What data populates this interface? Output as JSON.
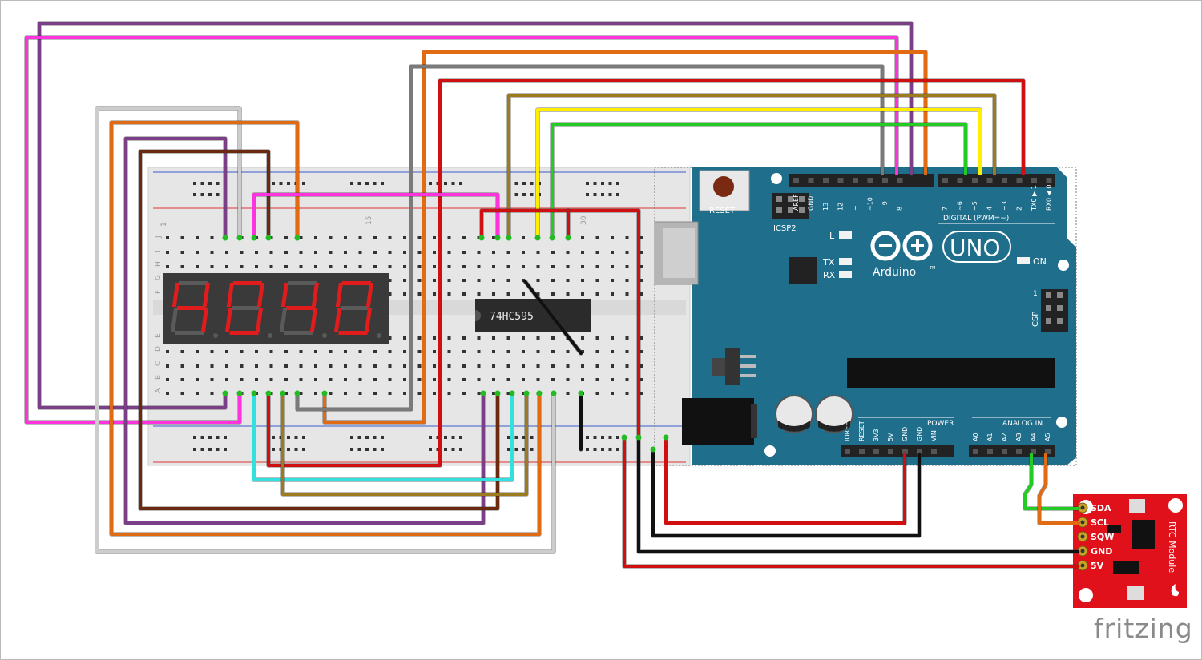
{
  "breadboard": {
    "row_letters": [
      "J",
      "I",
      "H",
      "G",
      "F",
      "E",
      "D",
      "C",
      "B",
      "A"
    ],
    "col_1": "1",
    "col_15": "15",
    "col_30": "30"
  },
  "display": {
    "digits": "4040"
  },
  "shift_register": {
    "label": "74HC595"
  },
  "arduino": {
    "reset_label": "RESET",
    "icsp2_label": "ICSP2",
    "icsp_label": "ICSP",
    "icsp_pin1": "1",
    "led_l": "L",
    "led_tx": "TX",
    "led_rx": "RX",
    "led_on": "ON",
    "logo_name": "Arduino",
    "logo_tm": "TM",
    "model": "UNO",
    "digital_label": "DIGITAL (PWM=~)",
    "digital_pins": [
      "AREF",
      "GND",
      "13",
      "12",
      "~11",
      "~10",
      "~9",
      "8",
      "7",
      "~6",
      "~5",
      "4",
      "~3",
      "2",
      "TX0 ▶ 1",
      "RX0 ◀ 0"
    ],
    "power_header": "POWER",
    "power_pins": [
      "IOREF",
      "RESET",
      "3V3",
      "5V",
      "GND",
      "GND",
      "VIN"
    ],
    "analog_header": "ANALOG IN",
    "analog_pins": [
      "A0",
      "A1",
      "A2",
      "A3",
      "A4",
      "A5"
    ]
  },
  "rtc": {
    "title": "RTC Module",
    "pins": [
      "SDA",
      "SCL",
      "SQW",
      "GND",
      "5V"
    ]
  },
  "watermark": "fritzing",
  "colors": {
    "board_blue": "#1f6e8c",
    "breadboard": "#e6e6e6",
    "rtc_red": "#e0111b",
    "segment_red": "#e01c1c"
  }
}
